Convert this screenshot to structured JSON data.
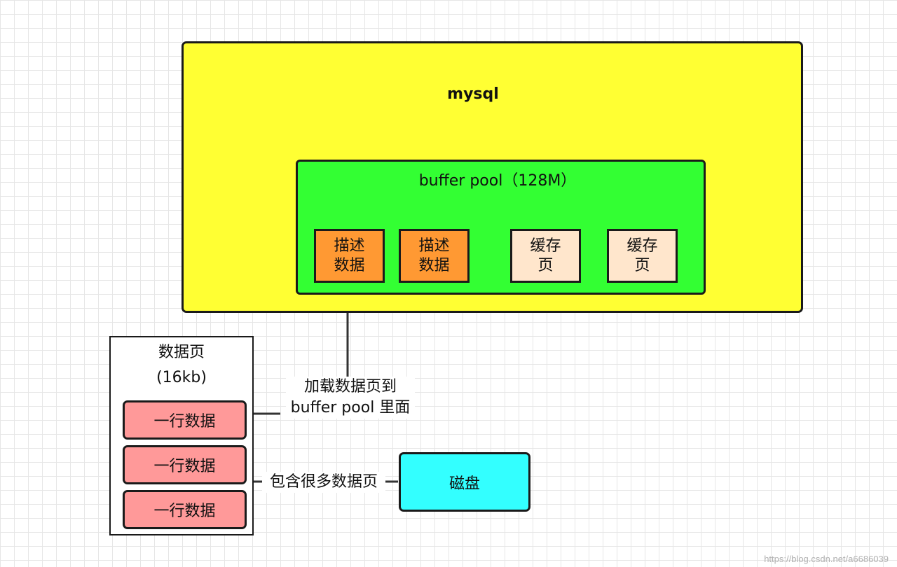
{
  "diagram": {
    "mysql_label": "mysql",
    "buffer_pool_label": "buffer pool（128M）",
    "cells": [
      {
        "line1": "描述",
        "line2": "数据"
      },
      {
        "line1": "描述",
        "line2": "数据"
      },
      {
        "line1": "缓存",
        "line2": "页"
      },
      {
        "line1": "缓存",
        "line2": "页"
      }
    ],
    "data_page": {
      "title_line1": "数据页",
      "title_line2": "(16kb)",
      "rows": [
        "一行数据",
        "一行数据",
        "一行数据"
      ]
    },
    "disk_label": "磁盘",
    "load_label_line1": "加载数据页到",
    "load_label_line2": "buffer pool 里面",
    "contains_label": "包含很多数据页",
    "watermark": "https://blog.csdn.net/a6686039"
  },
  "colors": {
    "mysql_fill": "#ffff33",
    "pool_fill": "#33ff33",
    "desc_fill": "#ff9933",
    "cache_fill": "#ffe6cc",
    "row_fill": "#ff9999",
    "disk_fill": "#33ffff"
  }
}
